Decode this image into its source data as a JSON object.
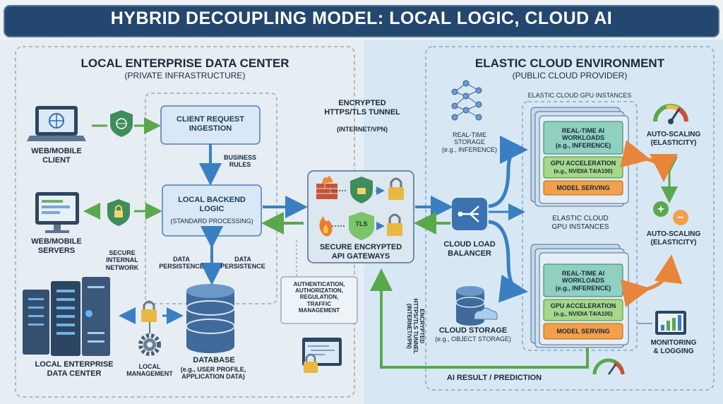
{
  "title": "HYBRID DECOUPLING MODEL: LOCAL LOGIC, CLOUD AI",
  "local": {
    "heading": "LOCAL ENTERPRISE DATA CENTER",
    "subheading": "(PRIVATE INFRASTRUCTURE)",
    "web_client": "WEB/MOBILE\nCLIENT",
    "web_servers": "WEB/MOBILE\nSERVERS",
    "secure_network": "SECURE\nINTERNAL\nNETWORK",
    "client_request": "CLIENT REQUEST\nINGESTION",
    "business_rules": "BUSINESS\nRULES",
    "backend_logic": "LOCAL BACKEND\nLOGIC",
    "backend_sub": "(STANDARD PROCESSING)",
    "data_persistence_left": "DATA\nPERSISTENCE",
    "data_persistence_right": "DATA\nPERSISTENCE",
    "database": "DATABASE",
    "database_sub": "(e.g., USER PROFILE,\nAPPLICATION DATA)",
    "data_center": "LOCAL ENTERPRISE\nDATA CENTER",
    "local_management": "LOCAL\nMANAGEMENT"
  },
  "middle": {
    "tunnel_top": "ENCRYPTED\nHTTPS/TLS TUNNEL",
    "tunnel_top_sub": "(INTERNET/VPN)",
    "tls_badge": "TLS",
    "gateways": "SECURE ENCRYPTED\nAPI GATEWAYS",
    "auth_box": "AUTHENTICATION,\nAUTHORIZATION,\nREGULATION,\nTRAFFIC\nMANAGEMENT",
    "tunnel_vertical": "ENCRYPTED\nHTTPS/TLS TUNNEL\n(INTERNET/VPN)",
    "ai_result": "AI RESULT / PREDICTION"
  },
  "cloud": {
    "heading": "ELASTIC CLOUD ENVIRONMENT",
    "subheading": "(PUBLIC CLOUD PROVIDER)",
    "realtime_storage": "REAL-TIME\nSTORAGE\n(e.g., INFERENCE)",
    "load_balancer": "CLOUD LOAD\nBALANCER",
    "cloud_storage": "CLOUD STORAGE",
    "cloud_storage_sub": "(e.g., OBJECT STORAGE)",
    "gpu_top_label": "ELASTIC CLOUD GPU INSTANCES",
    "gpu_mid_label": "ELASTIC CLOUD\nGPU INSTANCES",
    "workloads": "REAL-TIME AI\nWORKLOADS\n(e.g., INFERENCE)",
    "gpu_accel": "GPU ACCELERATION",
    "gpu_accel_sub": "(e.g., NVIDIA T4/A100)",
    "model_serving": "MODEL SERVING",
    "autoscaling_top": "AUTO-SCALING\n(ELASTICITY)",
    "autoscaling_mid": "AUTO-SCALING\n(ELASTICITY)",
    "monitoring": "MONITORING\n& LOGGING"
  },
  "colors": {
    "title_bar": "#23476e",
    "left_bg": "#e6edf3",
    "right_bg": "#d7e8f4",
    "blue_arrow": "#3a7fc2",
    "green_arrow": "#5aa84c",
    "orange_arrow": "#e8853a",
    "workload_box": "#8fd0c0",
    "gpu_box": "#a6d88a",
    "serving_box": "#f2a04a"
  }
}
